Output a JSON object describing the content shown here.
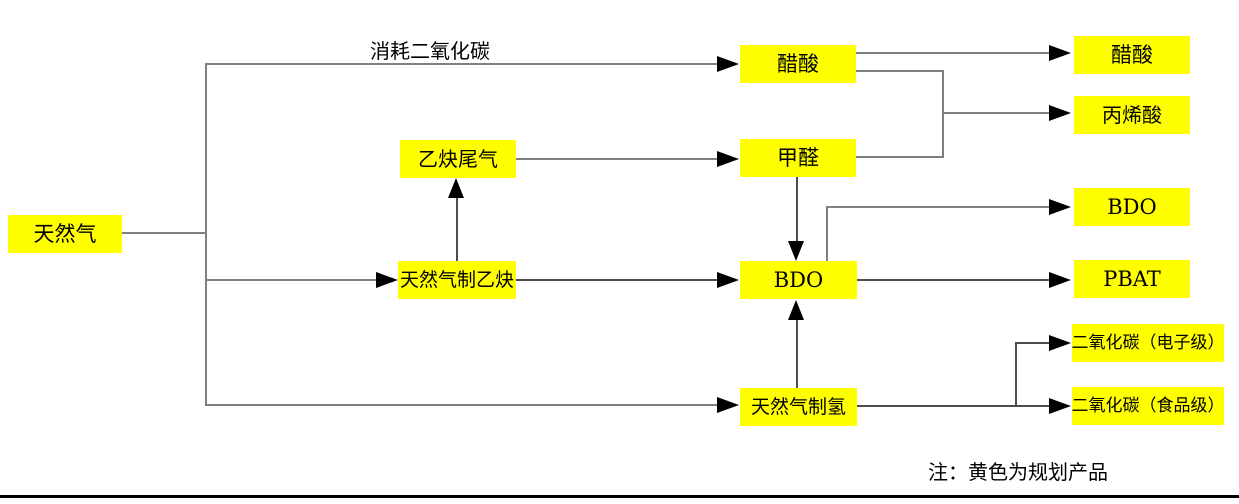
{
  "nodes": {
    "natural_gas": "天然气",
    "acetylene_tail_gas": "乙炔尾气",
    "ng_to_acetylene": "天然气制乙炔",
    "acetic_acid_mid": "醋酸",
    "formaldehyde": "甲醛",
    "bdo_mid": "BDO",
    "ng_to_hydrogen": "天然气制氢"
  },
  "products": {
    "acetic_acid": "醋酸",
    "acrylic_acid": "丙烯酸",
    "bdo": "BDO",
    "pbat": "PBAT",
    "co2_electronic": "二氧化碳（电子级）",
    "co2_food": "二氧化碳（食品级）"
  },
  "labels": {
    "consume_co2": "消耗二氧化碳",
    "note": "注：黄色为规划产品"
  },
  "colors": {
    "node_bg": "#ffff00",
    "text": "#000000",
    "line": "#808080",
    "line_dark": "#4d4d4d",
    "arrow": "#000000",
    "background": "#ffffff"
  }
}
